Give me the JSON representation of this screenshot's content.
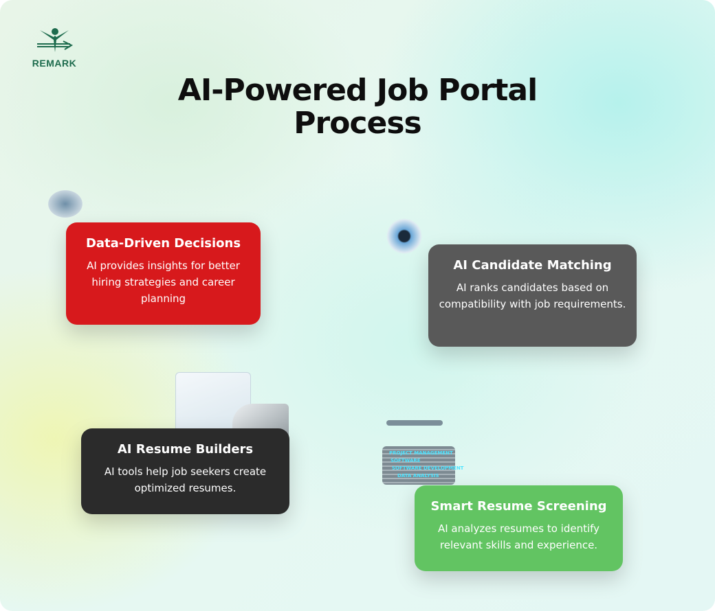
{
  "logo": {
    "text": "REMARK"
  },
  "title": "AI-Powered Job Portal Process",
  "cards": [
    {
      "title": "Data-Driven Decisions",
      "desc": "AI provides insights for better hiring strategies and career planning",
      "color": "#d7191c"
    },
    {
      "title": "AI Candidate Matching",
      "desc": "AI ranks candidates based on compatibility with job requirements.",
      "color": "#595959"
    },
    {
      "title": "AI Resume Builders",
      "desc": "AI tools help job seekers create optimized resumes.",
      "color": "#2b2b2b"
    },
    {
      "title": "Smart Resume Screening",
      "desc": "AI analyzes resumes to identify relevant skills and experience.",
      "color": "#62c462"
    }
  ],
  "resume_stack_labels": [
    "PROJECT MANAGEMENT",
    "SOFTWARE",
    "SOFTWARE DEVELOPMENT",
    "DATA ANALYSIS"
  ]
}
